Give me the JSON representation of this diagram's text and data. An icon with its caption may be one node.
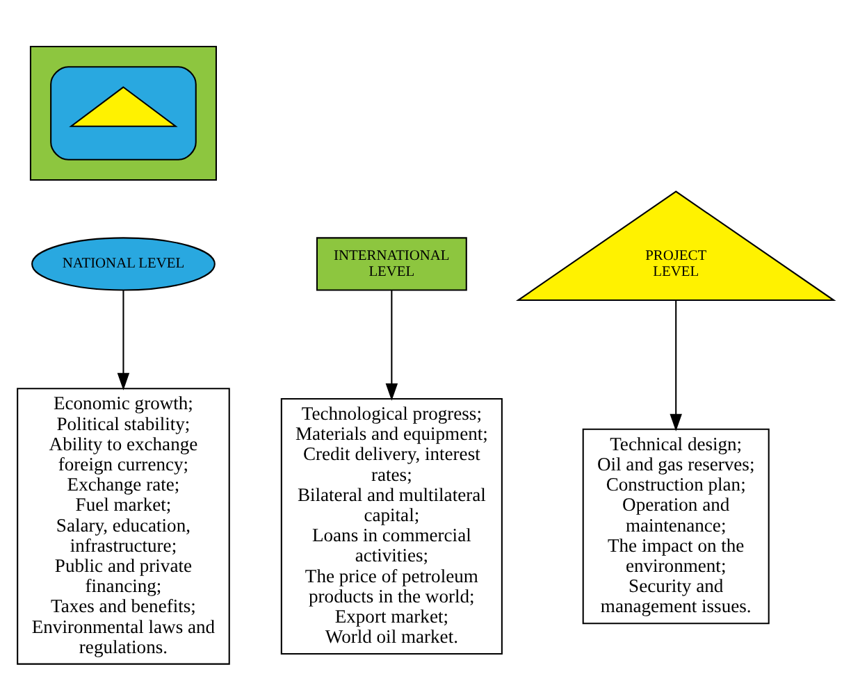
{
  "diagram": {
    "nodes": [
      {
        "text": [],
        "shape": "box"
      },
      {
        "text": [],
        "shape": "ellipse",
        "in": 0
      },
      {
        "text": [],
        "shape": "triangle",
        "in": 1
      },
      {
        "text": [
          "INTERNATIONAL LEVEL"
        ]
      },
      {
        "text": [
          "NATIONAL LEVEL"
        ]
      },
      {
        "text": [
          "PROJECT LEVEL"
        ]
      },
      {
        "text": [
          "Technological progress; Materials and equipment; Credit delivery, interest rates; Bilateral and multilateral capital; Loans in commercial activities; The price of petroleum products in the world; Export market; World oil market."
        ]
      },
      {
        "text": [
          "Economic growth; Political stability; Ability to exchange foreign currency; Exchange rate; Fuel market; Salary, education, infrastructure; Public and private financing; Taxes and benefits; Environmental laws and regulations."
        ]
      },
      {
        "text": [
          "Technical design; Oil and gas reserves; Construction plan; Operation and maintenance; The impact on the environment; Security and management issues."
        ]
      }
    ],
    "edges": [
      {
        "from": 3,
        "to": 6,
        "arrow": "to"
      },
      {
        "from": 4,
        "to": 7,
        "arrow": "to"
      },
      {
        "from": 5,
        "to": 8,
        "arrow": "to"
      }
    ]
  }
}
